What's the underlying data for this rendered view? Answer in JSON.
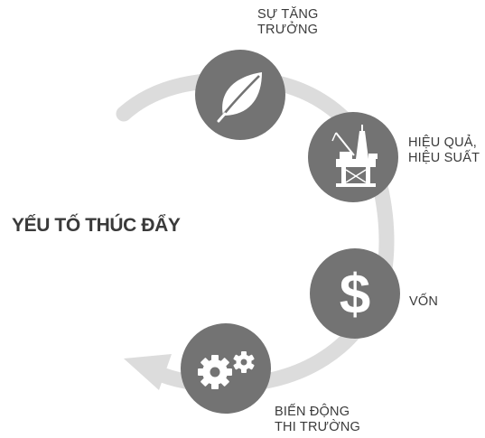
{
  "title": "YẾU TỐ THÚC ĐẨY",
  "colors": {
    "arc": "#dcdcdc",
    "circle": "#737373",
    "icon": "#ffffff",
    "text": "#3a3a3a"
  },
  "nodes": [
    {
      "id": "growth",
      "label": "SỰ TĂNG\nTRƯỞNG",
      "icon": "leaf-icon"
    },
    {
      "id": "efficiency",
      "label": "HIỆU QUẢ,\nHIỆU SUẤT",
      "icon": "oil-rig-icon"
    },
    {
      "id": "capital",
      "label": "VỐN",
      "icon": "dollar-icon"
    },
    {
      "id": "market",
      "label": "BIẾN ĐỘNG\nTHI TRƯỜNG",
      "icon": "gears-icon"
    }
  ]
}
